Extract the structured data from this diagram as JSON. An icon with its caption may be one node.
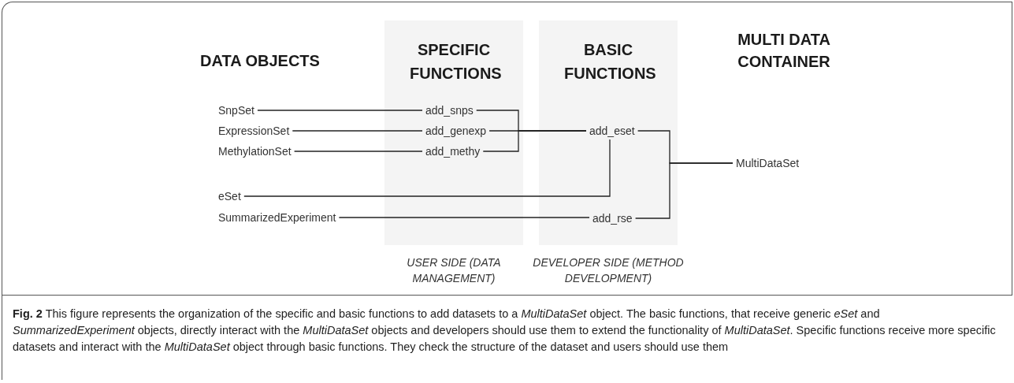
{
  "diagram": {
    "nodes": [
      {
        "text": [
          "SPECIFIC FUNCTIONS"
        ],
        "beside": [
          "USER SIDE (DATA MANAGEMENT)"
        ]
      },
      {
        "text": [
          "BASIC FUNCTIONS"
        ],
        "beside": [
          "DEVELOPER SIDE (METHOD DEVELOPMENT)"
        ]
      },
      {
        "text": [
          "SnpSet"
        ]
      },
      {
        "text": [
          "ExpressionSet"
        ]
      },
      {
        "text": [
          "MethylationSet"
        ]
      },
      {
        "text": [
          "eSet"
        ]
      },
      {
        "text": [
          "SummarizedExperiment"
        ]
      },
      {
        "text": [
          "add_snps"
        ],
        "in": 0
      },
      {
        "text": [
          "add_genexp"
        ],
        "in": 0
      },
      {
        "text": [
          "add_methy"
        ],
        "in": 0
      },
      {
        "text": [
          "add_eset"
        ],
        "in": 1
      },
      {
        "text": [
          "add_rse"
        ],
        "in": 1
      },
      {
        "text": [
          "MultiDataSet"
        ]
      }
    ],
    "edges": [
      {
        "from": 2,
        "to": 7,
        "arrow": "none"
      },
      {
        "from": 3,
        "to": 8,
        "arrow": "none"
      },
      {
        "from": 4,
        "to": 9,
        "arrow": "none"
      },
      {
        "from": 7,
        "to": 10,
        "arrow": "none"
      },
      {
        "from": 8,
        "to": 10,
        "arrow": "none"
      },
      {
        "from": 9,
        "to": 10,
        "arrow": "none"
      },
      {
        "from": 5,
        "to": 10,
        "arrow": "none"
      },
      {
        "from": 6,
        "to": 11,
        "arrow": "none"
      },
      {
        "from": 10,
        "to": 12,
        "arrow": "none"
      },
      {
        "from": 11,
        "to": 12,
        "arrow": "none"
      }
    ],
    "labels": [
      "DATA OBJECTS",
      "MULTI DATA CONTAINER"
    ],
    "caption": "**Fig. 2** This figure represents the organization of the specific and basic functions to add datasets to a *MultiDataSet* object. The basic functions, that receive generic *eSet* and *SummarizedExperiment* objects, directly interact with the *MultiDataSet* objects and developers should use them to extend the functionality of *MultiDataSet*. Specific functions receive more specific datasets and interact with the *MultiDataSet* object through basic functions. They check the structure of the dataset and users should use them"
  }
}
